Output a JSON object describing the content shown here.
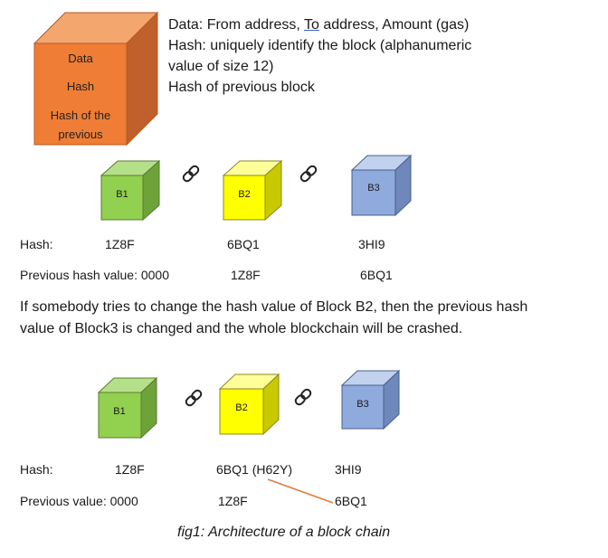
{
  "big_cube": {
    "labels": [
      "Data",
      "Hash",
      "Hash of the",
      "previous"
    ],
    "colors": {
      "front": "#ef7d35",
      "top": "#f4a66f",
      "side": "#c0602a"
    }
  },
  "legend": {
    "line1_prefix": "Data: From address, ",
    "line1_underlined": "To",
    "line1_suffix": " address, Amount (gas)",
    "line2": "Hash: uniquely identify the block (alphanumeric",
    "line3": "value of size 12)",
    "line4": "Hash of previous block"
  },
  "chain_top": {
    "blocks": [
      {
        "label": "B1",
        "color": "#92d050"
      },
      {
        "label": "B2",
        "color": "#ffff00"
      },
      {
        "label": "B3",
        "color": "#8faadc"
      }
    ],
    "hash_label": "Hash:",
    "hashes": [
      "1Z8F",
      "6BQ1",
      "3HI9"
    ],
    "prev_label": "Previous hash value: 0000",
    "prev_values": [
      "1Z8F",
      "6BQ1"
    ]
  },
  "explanation": {
    "line1": "If somebody tries to change the hash value of Block B2, then the previous hash",
    "line2": "value of Block3 is changed and the whole blockchain will be crashed."
  },
  "chain_bottom": {
    "blocks": [
      {
        "label": "B1",
        "color": "#92d050"
      },
      {
        "label": "B2",
        "color": "#ffff00"
      },
      {
        "label": "B3",
        "color": "#8faadc"
      }
    ],
    "hash_label": "Hash:",
    "hashes": [
      "1Z8F",
      "6BQ1 (H62Y)",
      "3HI9"
    ],
    "prev_label": "Previous value: 0000",
    "prev_values": [
      "1Z8F",
      "6BQ1"
    ],
    "connector_color": "#e07b39"
  },
  "caption": "fig1: Architecture of a block chain"
}
